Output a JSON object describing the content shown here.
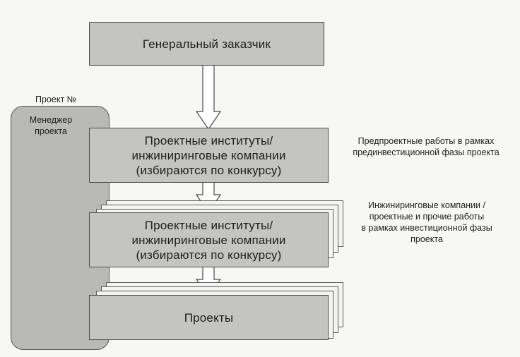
{
  "general_customer": "Генеральный заказчик",
  "project_no_label": "Проект №",
  "project_manager_label": [
    "Менеджер",
    "проекта"
  ],
  "level1": {
    "box": [
      "Проектные институты/",
      "инжиниринговые компании",
      "(избираются по конкурсу)"
    ],
    "note": [
      "Предпроектные работы в рамках",
      "прединвестиционной фазы проекта"
    ]
  },
  "level2": {
    "box": [
      "Проектные институты/",
      "инжиниринговые компании",
      "(избираются по конкурсу)"
    ],
    "note": [
      "Инжиниринговые компании /",
      "проектные и прочие работы",
      "в рамках инвестиционной фазы",
      "проекта"
    ]
  },
  "projects": "Проекты"
}
